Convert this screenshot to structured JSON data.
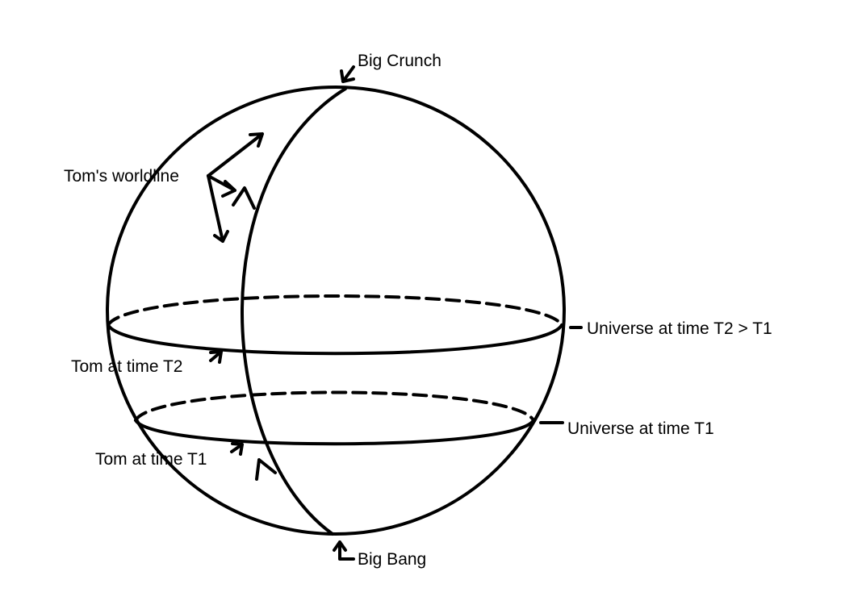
{
  "labels": {
    "big_crunch": "Big Crunch",
    "big_bang": "Big Bang",
    "worldline": "Tom's worldline",
    "tom_t2": "Tom at time T2",
    "tom_t1": "Tom at time T1",
    "universe_t2": "Universe at time T2 > T1",
    "universe_t1": "Universe at time T1"
  },
  "colors": {
    "ink": "#000000",
    "background": "#ffffff"
  }
}
